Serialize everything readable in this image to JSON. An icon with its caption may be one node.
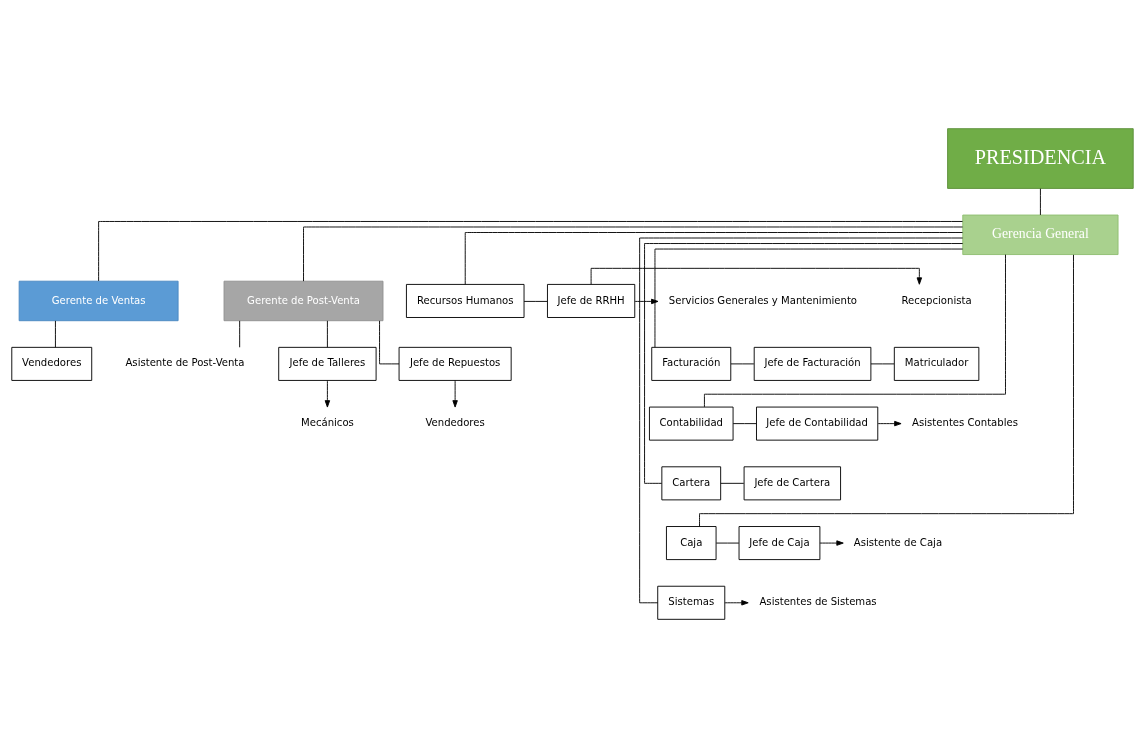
{
  "diagram": {
    "nodes": [
      {
        "text": [
          "PRESIDENCIA"
        ]
      },
      {
        "text": [
          "Gerencia General"
        ]
      },
      {
        "text": [
          "Gerente de Ventas"
        ]
      },
      {
        "text": [
          "Gerente de Post-Venta"
        ]
      },
      {
        "text": [
          "Recursos Humanos"
        ]
      },
      {
        "text": [
          "Jefe de RRHH"
        ]
      },
      {
        "text": [
          "Recepcionista"
        ]
      },
      {
        "text": [
          "Servicios Generales y Mantenimiento"
        ]
      },
      {
        "text": [
          "Vendedores"
        ]
      },
      {
        "text": [
          "Asistente de Post-Venta"
        ]
      },
      {
        "text": [
          "Facturación"
        ]
      },
      {
        "text": [
          "Jefe de Facturación"
        ]
      },
      {
        "text": [
          "Matriculador"
        ]
      },
      {
        "text": [
          "Jefe de Talleres"
        ]
      },
      {
        "text": [
          "Jefe de Repuestos"
        ]
      },
      {
        "text": [
          "Contabilidad"
        ]
      },
      {
        "text": [
          "Jefe de Contabilidad"
        ]
      },
      {
        "text": [
          "Asistentes Contables"
        ]
      },
      {
        "text": [
          "Mecánicos"
        ]
      },
      {
        "text": [
          "Vendedores"
        ]
      },
      {
        "text": [
          "Cartera"
        ]
      },
      {
        "text": [
          "Jefe de Cartera"
        ]
      },
      {
        "text": [
          "Caja"
        ]
      },
      {
        "text": [
          "Jefe de Caja"
        ]
      },
      {
        "text": [
          "Asistente de Caja"
        ]
      },
      {
        "text": [
          "Sistemas"
        ]
      },
      {
        "text": [
          "Asistentes de Sistemas"
        ]
      }
    ],
    "edges": [
      {
        "from": 0,
        "to": 1,
        "arrow": "none"
      },
      {
        "from": 1,
        "to": 2,
        "arrow": "none"
      },
      {
        "from": 1,
        "to": 3,
        "arrow": "none"
      },
      {
        "from": 1,
        "to": 4,
        "arrow": "none"
      },
      {
        "from": 1,
        "to": 10,
        "arrow": "none"
      },
      {
        "from": 1,
        "to": 15,
        "arrow": "none"
      },
      {
        "from": 1,
        "to": 20,
        "arrow": "none"
      },
      {
        "from": 1,
        "to": 22,
        "arrow": "none"
      },
      {
        "from": 1,
        "to": 25,
        "arrow": "none"
      },
      {
        "from": 4,
        "to": 5,
        "arrow": "none"
      },
      {
        "from": 5,
        "to": 6,
        "arrow": "to"
      },
      {
        "from": 5,
        "to": 7,
        "arrow": "to"
      },
      {
        "from": 2,
        "to": 8,
        "arrow": "none"
      },
      {
        "from": 3,
        "to": 9,
        "arrow": "none"
      },
      {
        "from": 3,
        "to": 13,
        "arrow": "none"
      },
      {
        "from": 3,
        "to": 14,
        "arrow": "none"
      },
      {
        "from": 10,
        "to": 11,
        "arrow": "none"
      },
      {
        "from": 11,
        "to": 12,
        "arrow": "none"
      },
      {
        "from": 15,
        "to": 16,
        "arrow": "none"
      },
      {
        "from": 16,
        "to": 17,
        "arrow": "to"
      },
      {
        "from": 13,
        "to": 18,
        "arrow": "to"
      },
      {
        "from": 14,
        "to": 19,
        "arrow": "to"
      },
      {
        "from": 20,
        "to": 21,
        "arrow": "none"
      },
      {
        "from": 22,
        "to": 23,
        "arrow": "none"
      },
      {
        "from": 23,
        "to": 24,
        "arrow": "to"
      },
      {
        "from": 25,
        "to": 26,
        "arrow": "to"
      }
    ]
  }
}
